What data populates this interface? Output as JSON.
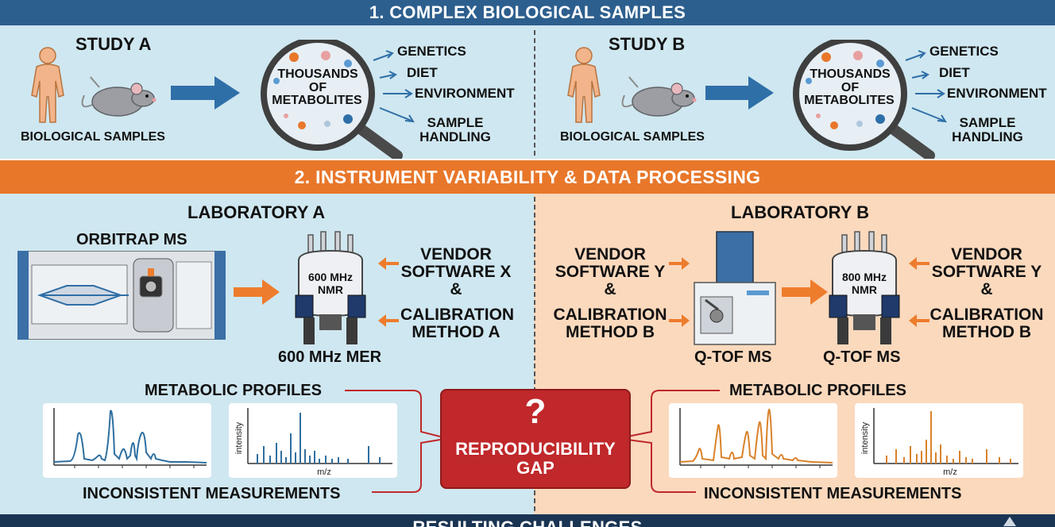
{
  "section1": {
    "title": "1. COMPLEX BIOLOGICAL SAMPLES",
    "studies": [
      {
        "title": "STUDY A",
        "samples_label": "BIOLOGICAL SAMPLES",
        "lens_text": [
          "THOUSANDS",
          "OF",
          "METABOLITES"
        ],
        "factors": [
          "GENETICS",
          "DIET",
          "ENVIRONMENT",
          "SAMPLE",
          "HANDLING"
        ]
      },
      {
        "title": "STUDY B",
        "samples_label": "BIOLOGICAL SAMPLES",
        "lens_text": [
          "THOUSANDS",
          "OF",
          "METABOLITES"
        ],
        "factors": [
          "GENETICS",
          "DIET",
          "ENVIRONMENT",
          "SAMPLE",
          "HANDLING"
        ]
      }
    ]
  },
  "section2": {
    "title": "2. INSTRUMENT VARIABILITY & DATA PROCESSING",
    "lab_a": {
      "title": "LABORATORY A",
      "ms_label": "ORBITRAP MS",
      "nmr_text": [
        "600 MHz",
        "NMR"
      ],
      "nmr_label": "600 MHz MER",
      "software": [
        "VENDOR",
        "SOFTWARE X",
        "&"
      ],
      "calibration": [
        "CALIBRATION",
        "METHOD A"
      ],
      "profiles_label": "METABOLIC PROFILES",
      "inconsistent_label": "INCONSISTENT MEASUREMENTS",
      "chart_ylabel": "intensity",
      "chart_xlabel": "m/z"
    },
    "lab_b": {
      "title": "LABORATORY B",
      "software_left": [
        "VENDOR",
        "SOFTWARE Y",
        "&"
      ],
      "calibration_left": [
        "CALIBRATION",
        "METHOD B"
      ],
      "qtof_label": "Q-TOF MS",
      "nmr_text": [
        "800 MHz",
        "NMR"
      ],
      "nmr_label": "Q-TOF MS",
      "software_right": [
        "VENDOR",
        "SOFTWARE Y",
        "&"
      ],
      "calibration_right": [
        "CALIBRATION",
        "METHOD B"
      ],
      "profiles_label": "METABOLIC PROFILES",
      "inconsistent_label": "INCONSISTENT MEASUREMENTS",
      "chart_ylabel": "intensity",
      "chart_xlabel": "m/z"
    },
    "gap": {
      "symbol": "?",
      "lines": [
        "REPRODUCIBILITY",
        "GAP"
      ]
    }
  },
  "section3": {
    "title": "RESULTING CHALLENGES"
  },
  "colors": {
    "blue_band": "#2d5f8e",
    "orange_band": "#e8772a",
    "navy_band": "#1a3553",
    "light_blue": "#cfe7f0",
    "light_orange": "#fbd9bd",
    "arrow_blue": "#2f6fa8",
    "arrow_orange": "#ee7c2d",
    "gap_red": "#c0282b",
    "line_blue": "#2f6fa0",
    "line_orange": "#d9822b"
  }
}
